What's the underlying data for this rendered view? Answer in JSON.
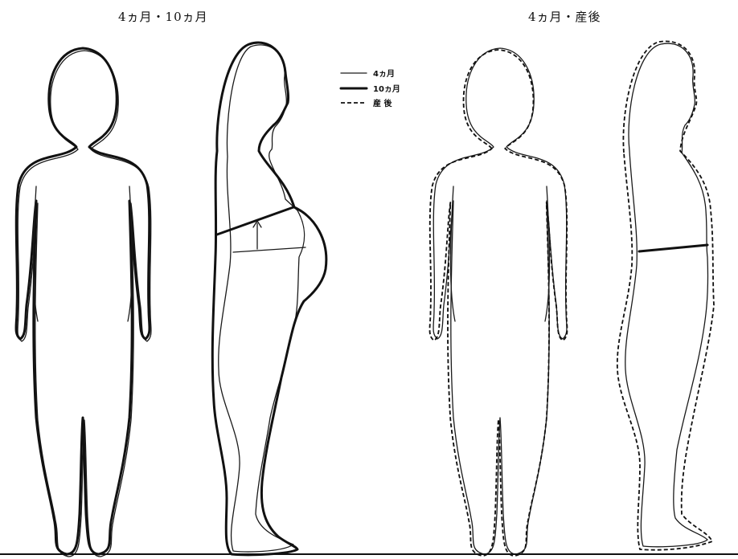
{
  "titles": {
    "left": "4ヵ月・10ヵ月",
    "right": "4ヵ月・産後"
  },
  "legend": [
    {
      "label": "4ヵ月",
      "style": "thin"
    },
    {
      "label": "10ヵ月",
      "style": "thick"
    },
    {
      "label": "産 後",
      "style": "dashed"
    }
  ],
  "colors": {
    "line": "#111111",
    "background": "#ffffff"
  }
}
